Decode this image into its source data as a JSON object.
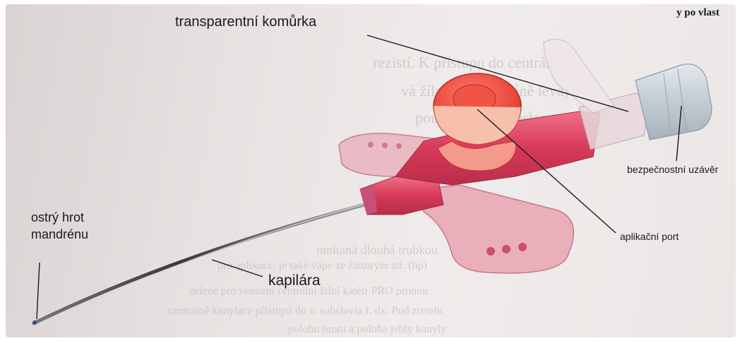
{
  "labels": {
    "transparent_chamber": "transparentní komůrka",
    "safety_cap": "bezpečnostní uzávěr",
    "application_port": "aplikační port",
    "sharp_tip_line1": "ostrý hrot",
    "sharp_tip_line2": "mandrénu",
    "capillary": "kapilára",
    "corner_text": "y po vlast"
  },
  "colors": {
    "port_red": "#e8463c",
    "body_pink": "#d8455f",
    "wing_pink": "#e8a6b3",
    "cap_grey": "#c6cfd6",
    "leader": "#1a1a1a"
  }
}
